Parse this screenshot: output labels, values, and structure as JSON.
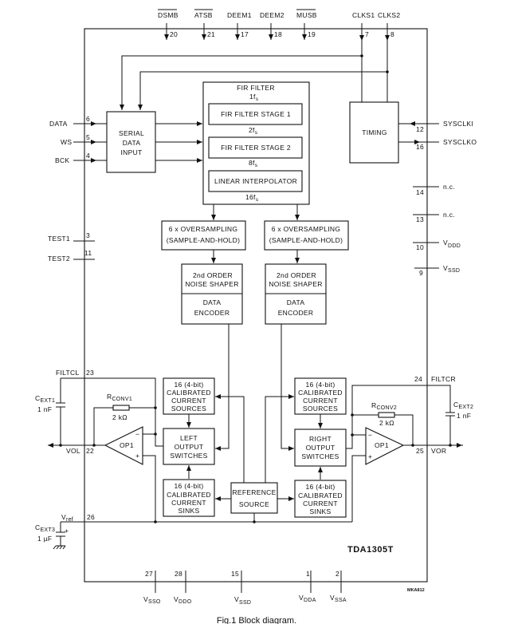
{
  "figure": {
    "chip_name": "TDA1305T",
    "caption": "Fig.1  Block diagram.",
    "drawing_code": "MKA812"
  },
  "top_pins": [
    {
      "name": "DSMB",
      "overbar": true,
      "number": "20"
    },
    {
      "name": "ATSB",
      "overbar": true,
      "number": "21"
    },
    {
      "name": "DEEM1",
      "overbar": false,
      "number": "17"
    },
    {
      "name": "DEEM2",
      "overbar": false,
      "number": "18"
    },
    {
      "name": "MUSB",
      "overbar": true,
      "number": "19"
    },
    {
      "name": "CLKS1",
      "overbar": false,
      "number": "7"
    },
    {
      "name": "CLKS2",
      "overbar": false,
      "number": "8"
    }
  ],
  "left_pins": [
    {
      "name": "DATA",
      "number": "6"
    },
    {
      "name": "WS",
      "number": "5"
    },
    {
      "name": "BCK",
      "number": "4"
    },
    {
      "name": "TEST1",
      "number": "3"
    },
    {
      "name": "TEST2",
      "number": "11"
    },
    {
      "name": "FILTCL",
      "number": "23"
    },
    {
      "name": "VOL",
      "number": "22"
    },
    {
      "name": "V",
      "sub": "ref",
      "number": "26"
    }
  ],
  "right_pins": [
    {
      "name": "SYSCLKI",
      "number": "12"
    },
    {
      "name": "SYSCLKO",
      "number": "16"
    },
    {
      "name": "n.c.",
      "number": "14"
    },
    {
      "name": "n.c.",
      "number": "13"
    },
    {
      "name": "V",
      "sub": "DDD",
      "number": "10"
    },
    {
      "name": "V",
      "sub": "SSD",
      "number": "9"
    },
    {
      "name": "FILTCR",
      "number": "24"
    },
    {
      "name": "VOR",
      "number": "25"
    }
  ],
  "bottom_pins": [
    {
      "name": "V",
      "sub": "SSO",
      "number": "27"
    },
    {
      "name": "V",
      "sub": "DDO",
      "number": "28"
    },
    {
      "name": "V",
      "sub": "SSD",
      "number": "15"
    },
    {
      "name": "V",
      "sub": "DDA",
      "number": "1"
    },
    {
      "name": "V",
      "sub": "SSA",
      "number": "2"
    }
  ],
  "blocks": {
    "serial_input": [
      "SERIAL",
      "DATA",
      "INPUT"
    ],
    "timing": "TIMING",
    "fir": {
      "title": "FIR FILTER",
      "rate_in": "1f",
      "stage1": "FIR FILTER STAGE 1",
      "rate_2": "2f",
      "stage2": "FIR FILTER STAGE 2",
      "rate_8": "8f",
      "interp": "LINEAR INTERPOLATOR",
      "rate_16": "16f",
      "rate_sub": "s"
    },
    "oversampling": [
      "6 x OVERSAMPLING",
      "(SAMPLE-AND-HOLD)"
    ],
    "noise_shaper": [
      "2nd ORDER",
      "NOISE SHAPER"
    ],
    "encoder": [
      "DATA",
      "ENCODER"
    ],
    "current_sources": [
      "16 (4-bit)",
      "CALIBRATED",
      "CURRENT",
      "SOURCES"
    ],
    "current_sinks": [
      "16 (4-bit)",
      "CALIBRATED",
      "CURRENT",
      "SINKS"
    ],
    "left_switches": [
      "LEFT",
      "OUTPUT",
      "SWITCHES"
    ],
    "right_switches": [
      "RIGHT",
      "OUTPUT",
      "SWITCHES"
    ],
    "reference": [
      "REFERENCE",
      "SOURCE"
    ],
    "opamp_label": "OP1"
  },
  "components": {
    "cext1": {
      "name": "C",
      "sub": "EXT1",
      "value": "1 nF"
    },
    "cext2": {
      "name": "C",
      "sub": "EXT2",
      "value": "1 nF"
    },
    "cext3": {
      "name": "C",
      "sub": "EXT3",
      "value": "1 µF"
    },
    "rconv1": {
      "name": "R",
      "sub": "CONV1",
      "value": "2 kΩ"
    },
    "rconv2": {
      "name": "R",
      "sub": "CONV2",
      "value": "2 kΩ"
    }
  }
}
